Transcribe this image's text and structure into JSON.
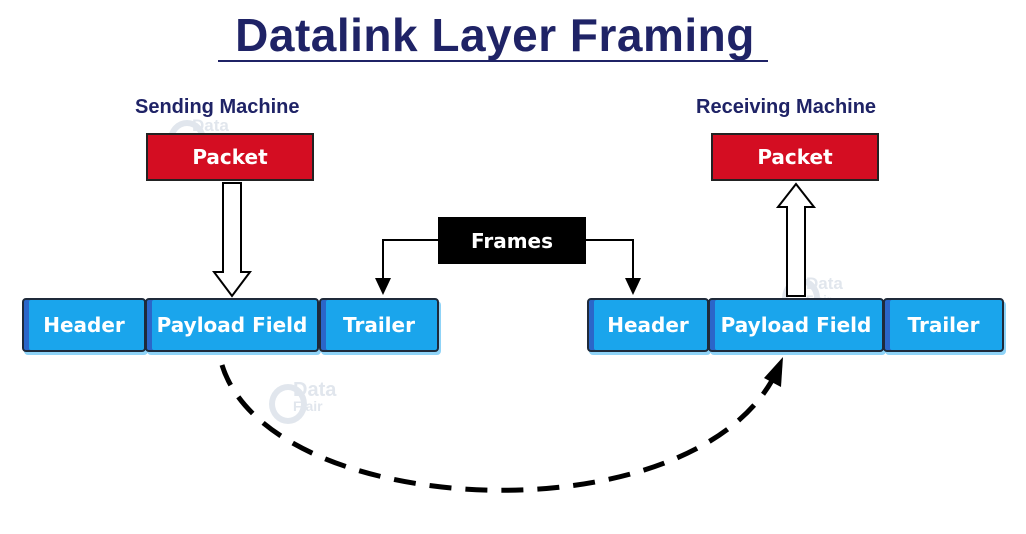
{
  "title": "Datalink Layer Framing",
  "sender": {
    "label": "Sending Machine",
    "packet": "Packet",
    "fields": [
      "Header",
      "Payload Field",
      "Trailer"
    ]
  },
  "receiver": {
    "label": "Receiving Machine",
    "packet": "Packet",
    "fields": [
      "Header",
      "Payload Field",
      "Trailer"
    ]
  },
  "frames_label": "Frames",
  "watermark": {
    "line1": "Data",
    "line2": "Flair"
  },
  "colors": {
    "title": "#1f2366",
    "packet": "#d40d22",
    "field": "#1aa5ec",
    "frames_box": "#000000"
  }
}
